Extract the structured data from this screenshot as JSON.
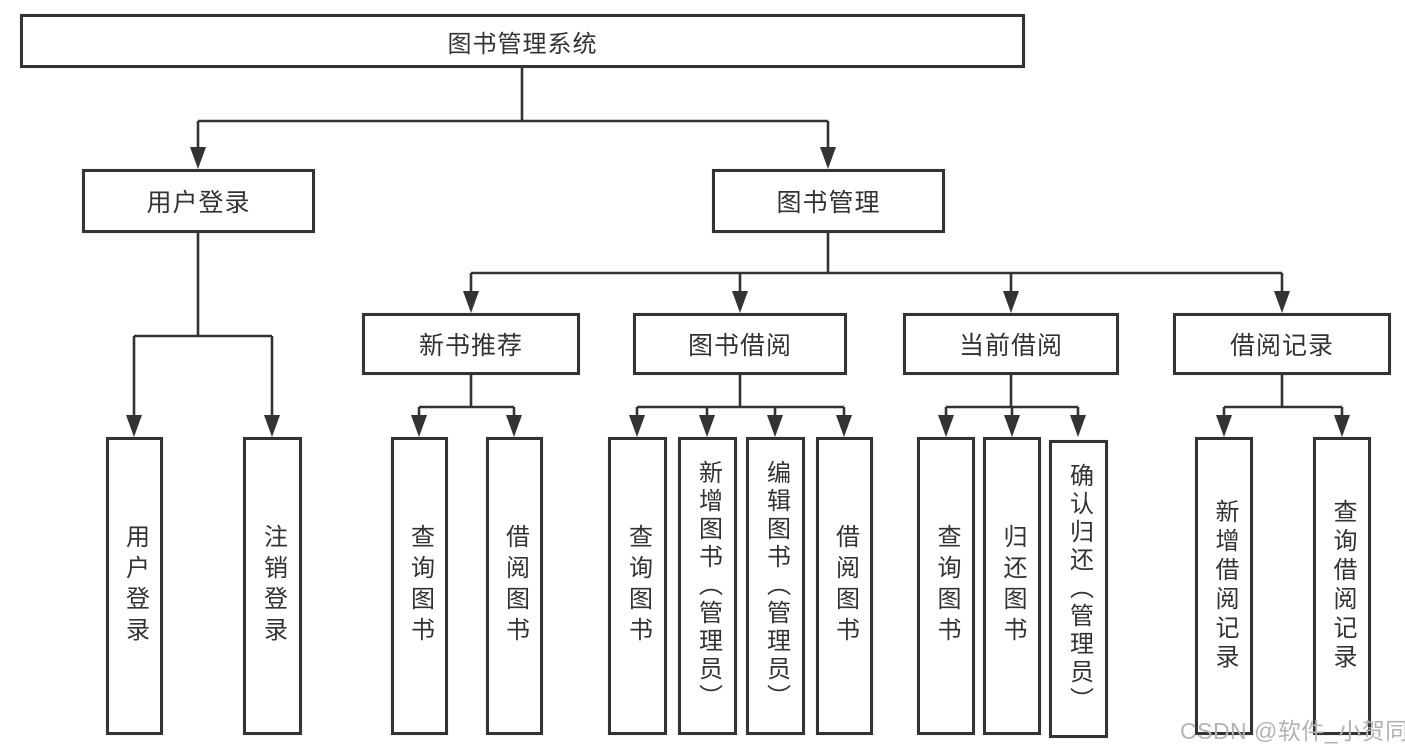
{
  "diagram": {
    "root": {
      "label": "图书管理系统"
    },
    "level2": [
      {
        "id": "user-login",
        "label": "用户登录"
      },
      {
        "id": "book-management",
        "label": "图书管理"
      }
    ],
    "level3": [
      {
        "id": "new-book-recommend",
        "label": "新书推荐"
      },
      {
        "id": "book-borrowing",
        "label": "图书借阅"
      },
      {
        "id": "current-borrowing",
        "label": "当前借阅"
      },
      {
        "id": "borrowing-records",
        "label": "借阅记录"
      }
    ],
    "leaves": [
      {
        "id": "user-login",
        "label": "用户登录"
      },
      {
        "id": "logout",
        "label": "注销登录"
      },
      {
        "id": "query-books-1",
        "label": "查询图书"
      },
      {
        "id": "borrow-books-1",
        "label": "借阅图书"
      },
      {
        "id": "query-books-2",
        "label": "查询图书"
      },
      {
        "id": "add-books-admin",
        "label": "新增图书（管理员）"
      },
      {
        "id": "edit-books-admin",
        "label": "编辑图书（管理员）"
      },
      {
        "id": "borrow-books-2",
        "label": "借阅图书"
      },
      {
        "id": "query-books-3",
        "label": "查询图书"
      },
      {
        "id": "return-books",
        "label": "归还图书"
      },
      {
        "id": "confirm-return-admin",
        "label": "确认归还（管理员）"
      },
      {
        "id": "add-borrow-record",
        "label": "新增借阅记录"
      },
      {
        "id": "query-borrow-record",
        "label": "查询借阅记录"
      }
    ],
    "watermark": "CSDN @软件_小贺同学",
    "colors": {
      "line": "#333333",
      "border": "#333333",
      "text": "#333333",
      "watermark": "#b3b3b3"
    }
  }
}
